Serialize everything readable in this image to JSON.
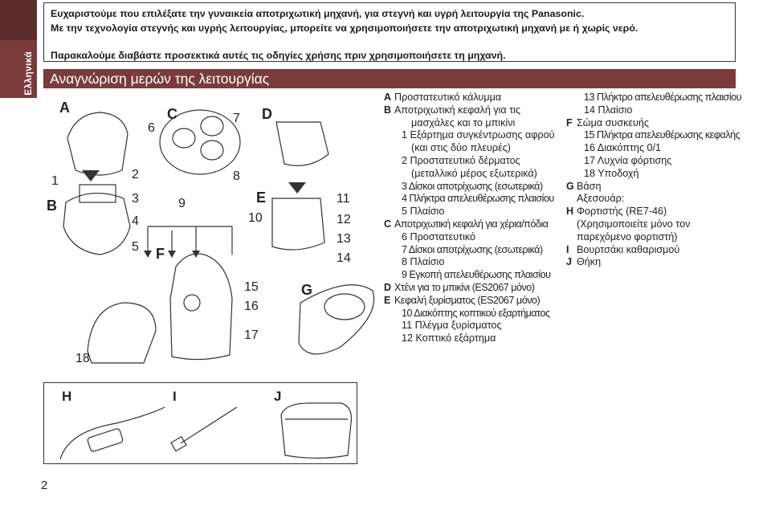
{
  "sidebar": {
    "language": "Ελληνικά"
  },
  "intro": {
    "line1": "Ευχαριστούμε που επιλέξατε την γυναικεία αποτριχωτική μηχανή, για στεγνή και υγρή λειτουργία της Panasonic.",
    "line2": "Με την τεχνολογία στεγνής και υγρής λειτουργίας, μπορείτε να χρησιμοποιήσετε την αποτριχωτική μηχανή με ή χωρίς νερό.",
    "line3": "Παρακαλούμε διαβάστε προσεκτικά αυτές τις οδηγίες χρήσης πριν χρησιμοποιήσετε τη μηχανή."
  },
  "section_title": "Αναγνώριση μερών της λειτουργίας",
  "diagram_labels": {
    "A": "A",
    "B": "B",
    "C": "C",
    "D": "D",
    "E": "E",
    "F": "F",
    "G": "G",
    "H": "H",
    "I": "I",
    "J": "J",
    "n1": "1",
    "n2": "2",
    "n3": "3",
    "n4": "4",
    "n5": "5",
    "n6": "6",
    "n7": "7",
    "n8": "8",
    "n9": "9",
    "n10": "10",
    "n11": "11",
    "n12": "12",
    "n13": "13",
    "n14": "14",
    "n15": "15",
    "n16": "16",
    "n17": "17",
    "n18": "18"
  },
  "legend_col1": [
    {
      "key": "A",
      "text": "Προστατευτικό κάλυμμα"
    },
    {
      "key": "B",
      "text": "Αποτριχωτική κεφαλή για τις"
    },
    {
      "key": "",
      "text": "μασχάλες και το μπικίνι"
    },
    {
      "key": "",
      "text": "1  Εξάρτημα συγκέντρωσης αφρού"
    },
    {
      "key": "",
      "text": "(και στις δύο πλευρές)"
    },
    {
      "key": "",
      "text": "2  Προστατευτικό δέρματος"
    },
    {
      "key": "",
      "text": "(μεταλλικό μέρος εξωτερικά)"
    },
    {
      "key": "",
      "text": "3  Δίσκοι αποτρίχωσης (εσωτερικά)"
    },
    {
      "key": "",
      "text": "4  Πλήκτρα απελευθέρωσης πλαισίου"
    },
    {
      "key": "",
      "text": "5  Πλαίσιο"
    },
    {
      "key": "C",
      "text": "Αποτριχωτική κεφαλή για χέρια/πόδια"
    },
    {
      "key": "",
      "text": "6  Προστατευτικό"
    },
    {
      "key": "",
      "text": "7  Δίσκοι αποτρίχωσης (εσωτερικά)"
    },
    {
      "key": "",
      "text": "8  Πλαίσιο"
    },
    {
      "key": "",
      "text": "9  Εγκοπή απελευθέρωσης πλαισίου"
    },
    {
      "key": "D",
      "text": "Χτένι για το μπικίνι (ES2067 μόνο)"
    },
    {
      "key": "E",
      "text": "Κεφαλή ξυρίσματος (ES2067 μόνο)"
    },
    {
      "key": "",
      "text": "10 Διακόπτης κοπτικού εξαρτήματος"
    },
    {
      "key": "",
      "text": "11 Πλέγμα ξυρίσματος"
    },
    {
      "key": "",
      "text": "12 Κοπτικό εξάρτημα"
    }
  ],
  "legend_col2": [
    {
      "key": "",
      "text": "13 Πλήκτρο απελευθέρωσης πλαισίου"
    },
    {
      "key": "",
      "text": "14 Πλαίσιο"
    },
    {
      "key": "F",
      "text": "Σώμα συσκευής"
    },
    {
      "key": "",
      "text": "15 Πλήκτρα απελευθέρωσης κεφαλής"
    },
    {
      "key": "",
      "text": "16 Διακόπτης 0/1"
    },
    {
      "key": "",
      "text": "17 Λυχνία φόρτισης"
    },
    {
      "key": "",
      "text": "18 Υποδοχή"
    },
    {
      "key": "G",
      "text": "Βάση"
    },
    {
      "key": "",
      "text": "Αξεσουάρ:"
    },
    {
      "key": "H",
      "text": "Φορτιστής (RE7-46)"
    },
    {
      "key": "",
      "text": "(Χρησιμοποιείτε μόνο τον"
    },
    {
      "key": "",
      "text": "παρεχόμενο φορτιστή)"
    },
    {
      "key": "I",
      "text": "Βουρτσάκι καθαρισμού"
    },
    {
      "key": "J",
      "text": "Θήκη"
    }
  ],
  "page_number": "2",
  "colors": {
    "accent": "#7a3b3b",
    "accent_dark": "#5e2b2b"
  }
}
